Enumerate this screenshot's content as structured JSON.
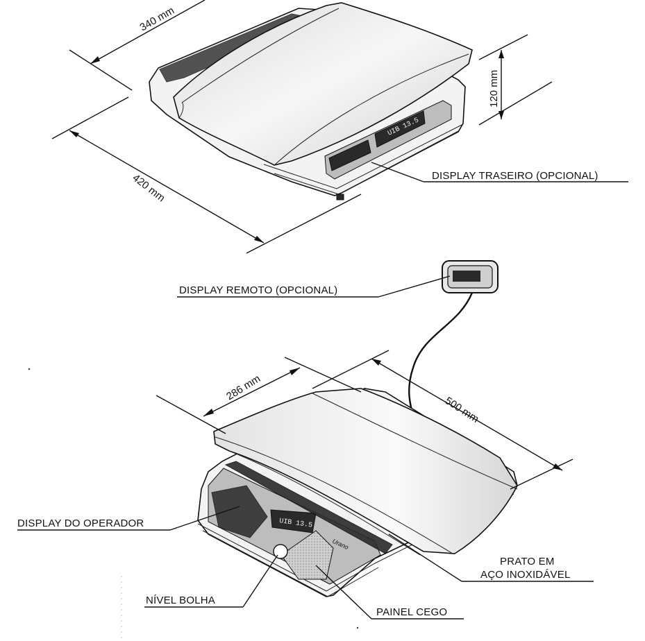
{
  "dimensions": {
    "width_top": "340 mm",
    "height_top": "120 mm",
    "depth_top": "420 mm",
    "width_bottom": "286 mm",
    "depth_bottom": "500 mm"
  },
  "labels": {
    "display_traseiro": "DISPLAY TRASEIRO (OPCIONAL)",
    "display_remoto": "DISPLAY REMOTO (OPCIONAL)",
    "display_operador": "DISPLAY DO OPERADOR",
    "prato_line1": "PRATO EM",
    "prato_line2": "AÇO INOXIDÁVEL",
    "nivel_bolha": "NÍVEL BOLHA",
    "painel_cego": "PAINEL CEGO"
  },
  "display_readouts": {
    "rear_display": "UIB 13.5",
    "operator_display": "UIB 13.5"
  },
  "brand_mark": "Urano",
  "colors": {
    "ink": "#111111",
    "paper": "#ffffff",
    "shade": "#bdbdbd",
    "display_dark": "#2a2a2a"
  }
}
